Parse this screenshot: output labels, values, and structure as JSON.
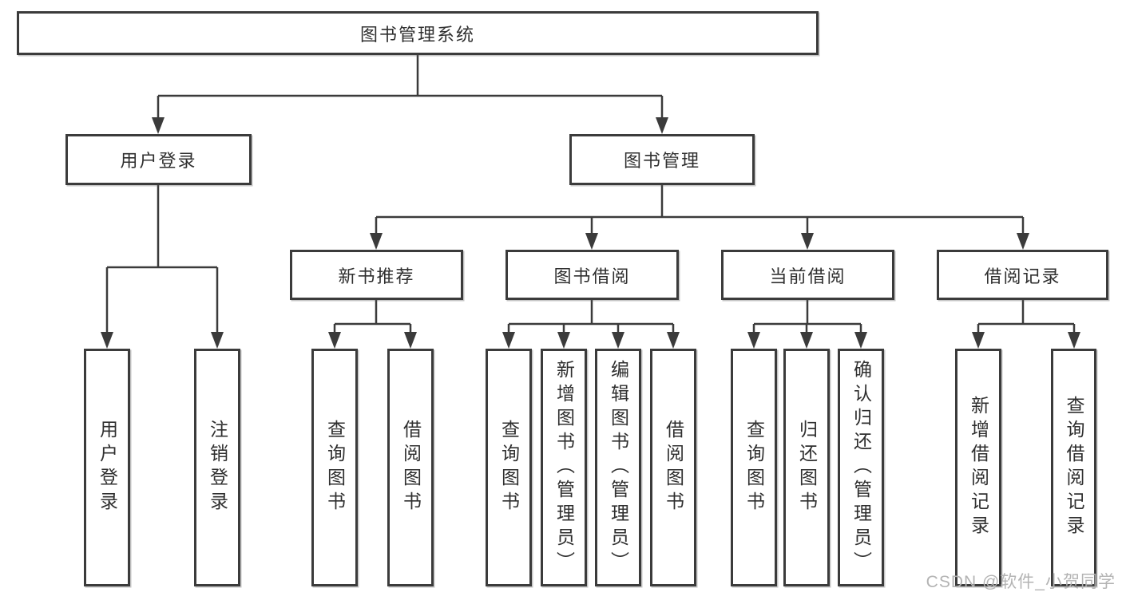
{
  "colors": {
    "background": "#ffffff",
    "box_border": "#3b3b3b",
    "connector_line": "#3b3b3b",
    "text": "#2f2f2f",
    "watermark_text": "#b3b3b3"
  },
  "tree": {
    "label": "图书管理系统",
    "children": [
      {
        "label": "用户登录",
        "children": [
          {
            "label": "用户登录"
          },
          {
            "label": "注销登录"
          }
        ]
      },
      {
        "label": "图书管理",
        "children": [
          {
            "label": "新书推荐",
            "children": [
              {
                "label": "查询图书"
              },
              {
                "label": "借阅图书"
              }
            ]
          },
          {
            "label": "图书借阅",
            "children": [
              {
                "label": "查询图书"
              },
              {
                "label": "新增图书（管理员）"
              },
              {
                "label": "编辑图书（管理员）"
              },
              {
                "label": "借阅图书"
              }
            ]
          },
          {
            "label": "当前借阅",
            "children": [
              {
                "label": "查询图书"
              },
              {
                "label": "归还图书"
              },
              {
                "label": "确认归还（管理员）"
              }
            ]
          },
          {
            "label": "借阅记录",
            "children": [
              {
                "label": "新增借阅记录"
              },
              {
                "label": "查询借阅记录"
              }
            ]
          }
        ]
      }
    ]
  },
  "watermark": "CSDN @软件_小贺同学"
}
